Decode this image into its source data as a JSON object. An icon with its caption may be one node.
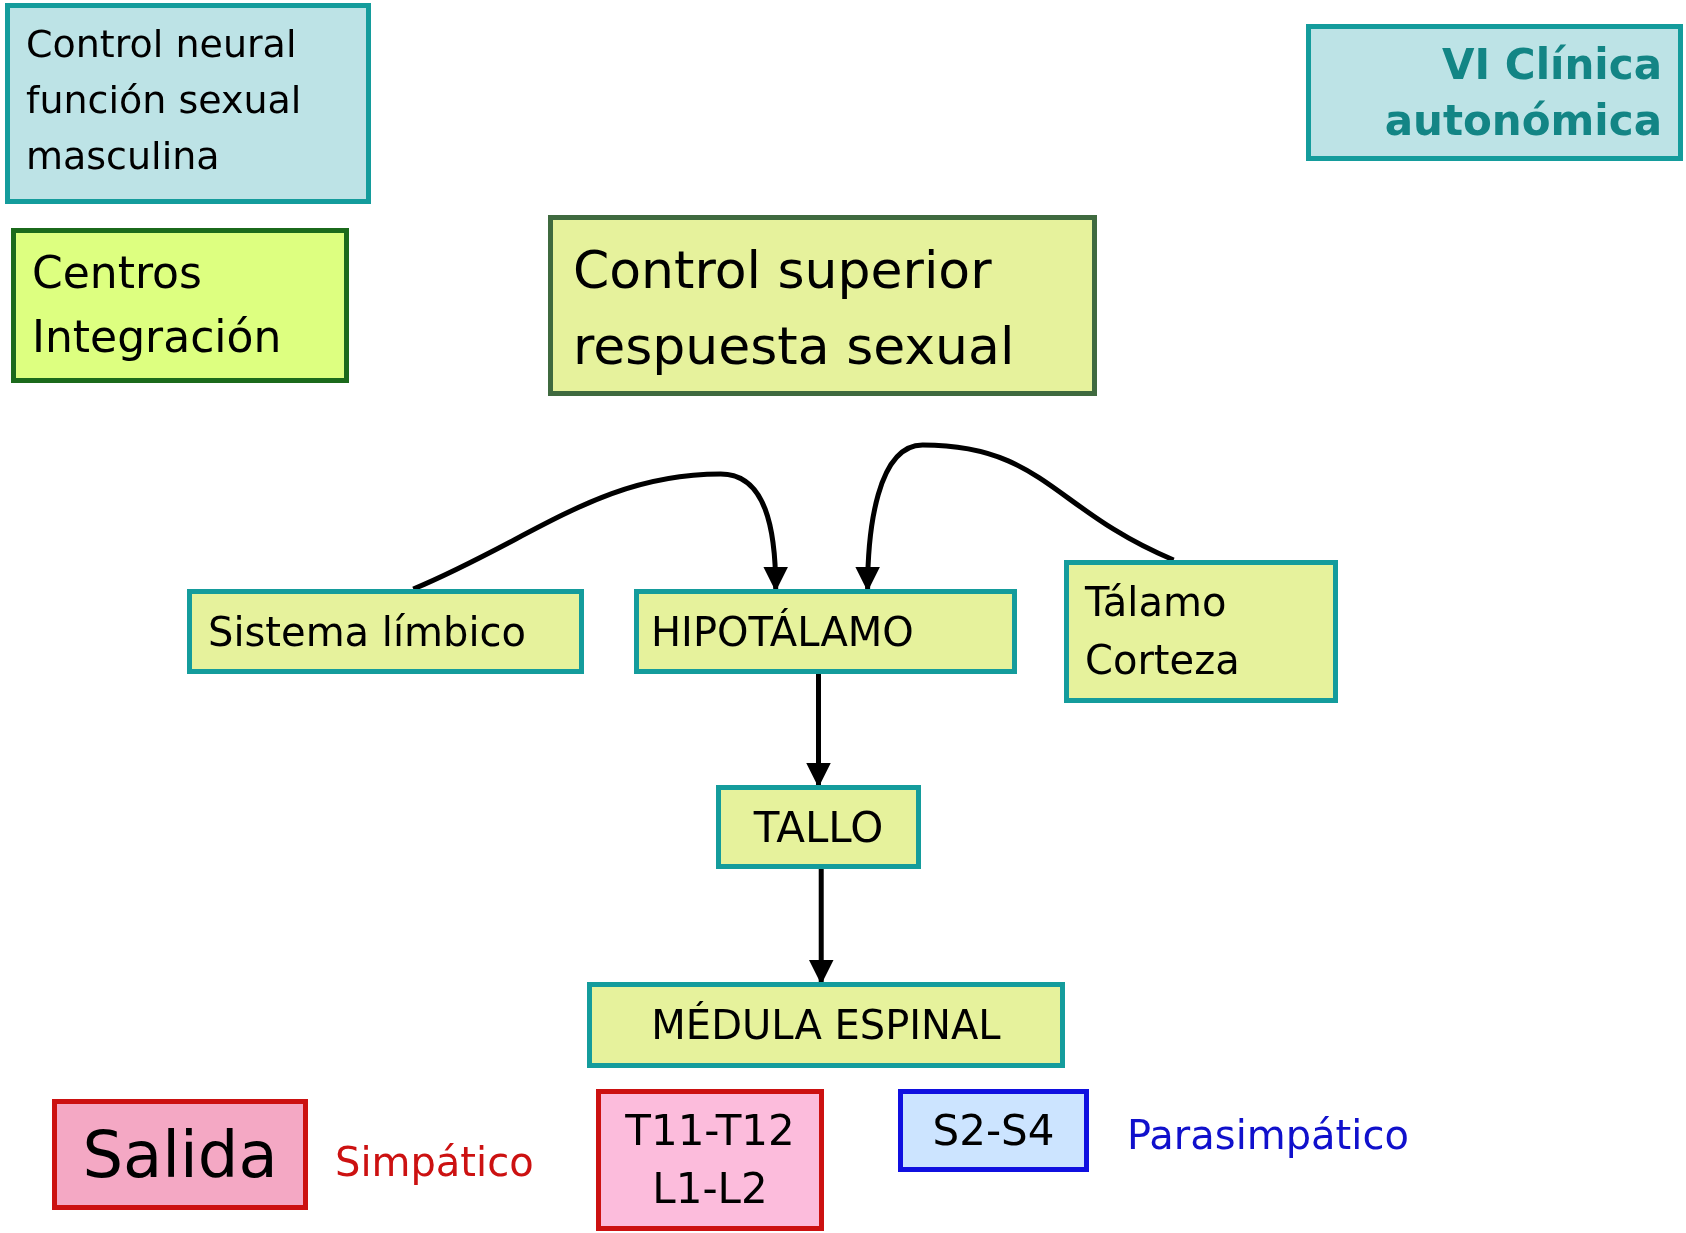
{
  "diagram": {
    "nodes": [
      {
        "text": [
          "Control neural función sexual masculina"
        ]
      },
      {
        "text": [
          "VI Clínica autonómica"
        ]
      },
      {
        "text": [
          "Centros Integración"
        ]
      },
      {
        "text": [
          "Control superior respuesta sexual"
        ]
      },
      {
        "text": [
          "Sistema límbico"
        ]
      },
      {
        "text": [
          "HIPOTÁLAMO"
        ]
      },
      {
        "text": [
          "Tálamo Corteza"
        ]
      },
      {
        "text": [
          "TALLO"
        ]
      },
      {
        "text": [
          "MÉDULA ESPINAL"
        ]
      },
      {
        "text": [
          "Salida"
        ]
      },
      {
        "text": [
          "T11-T12 L1-L2"
        ]
      },
      {
        "text": [
          "S2-S4"
        ]
      }
    ],
    "edges": [
      {
        "from": 4,
        "to": 5,
        "arrow": "to"
      },
      {
        "from": 6,
        "to": 5,
        "arrow": "to"
      },
      {
        "from": 5,
        "to": 7,
        "arrow": "to"
      },
      {
        "from": 7,
        "to": 8,
        "arrow": "to"
      }
    ],
    "labels": [
      "Simpático",
      "Parasimpático"
    ]
  }
}
